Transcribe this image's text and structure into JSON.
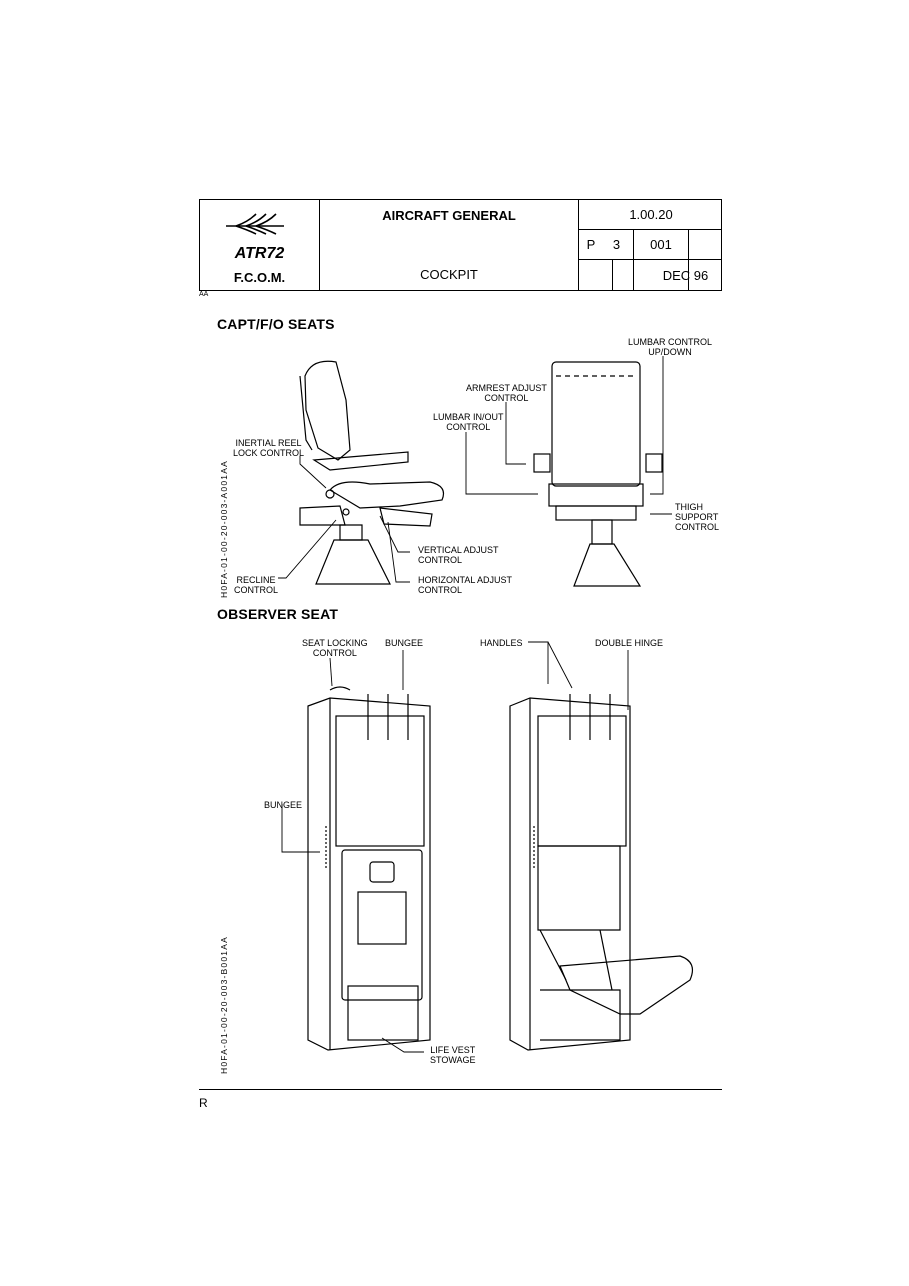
{
  "header": {
    "logo_text": "ATR72",
    "manual": "F.C.O.M.",
    "title": "AIRCRAFT GENERAL",
    "subtitle": "COCKPIT",
    "section_number": "1.00.20",
    "page_prefix": "P",
    "page_number": "3",
    "sequence": "001",
    "date": "DEC 96",
    "top_marker": "AA"
  },
  "sections": {
    "capt_fo_seats": "CAPT/F/O SEATS",
    "observer_seat": "OBSERVER SEAT"
  },
  "labels": {
    "lumbar_updown": "LUMBAR CONTROL\nUP/DOWN",
    "armrest_adjust": "ARMREST ADJUST\nCONTROL",
    "lumbar_inout": "LUMBAR IN/OUT\nCONTROL",
    "inertial_reel": "INERTIAL REEL\nLOCK CONTROL",
    "thigh_support": "THIGH\nSUPPORT\nCONTROL",
    "vertical_adjust": "VERTICAL ADJUST\nCONTROL",
    "horizontal_adjust": "HORIZONTAL ADJUST\nCONTROL",
    "recline": "RECLINE\nCONTROL",
    "seat_locking": "SEAT LOCKING\nCONTROL",
    "bungee_top": "BUNGEE",
    "handles": "HANDLES",
    "double_hinge": "DOUBLE HINGE",
    "bungee_side": "BUNGEE",
    "life_vest": "LIFE VEST\nSTOWAGE"
  },
  "figure_codes": {
    "seats": "H0FA-01-00-20-003-A001AA",
    "observer": "H0FA-01-00-20-003-B001AA"
  },
  "revision_mark": "R"
}
